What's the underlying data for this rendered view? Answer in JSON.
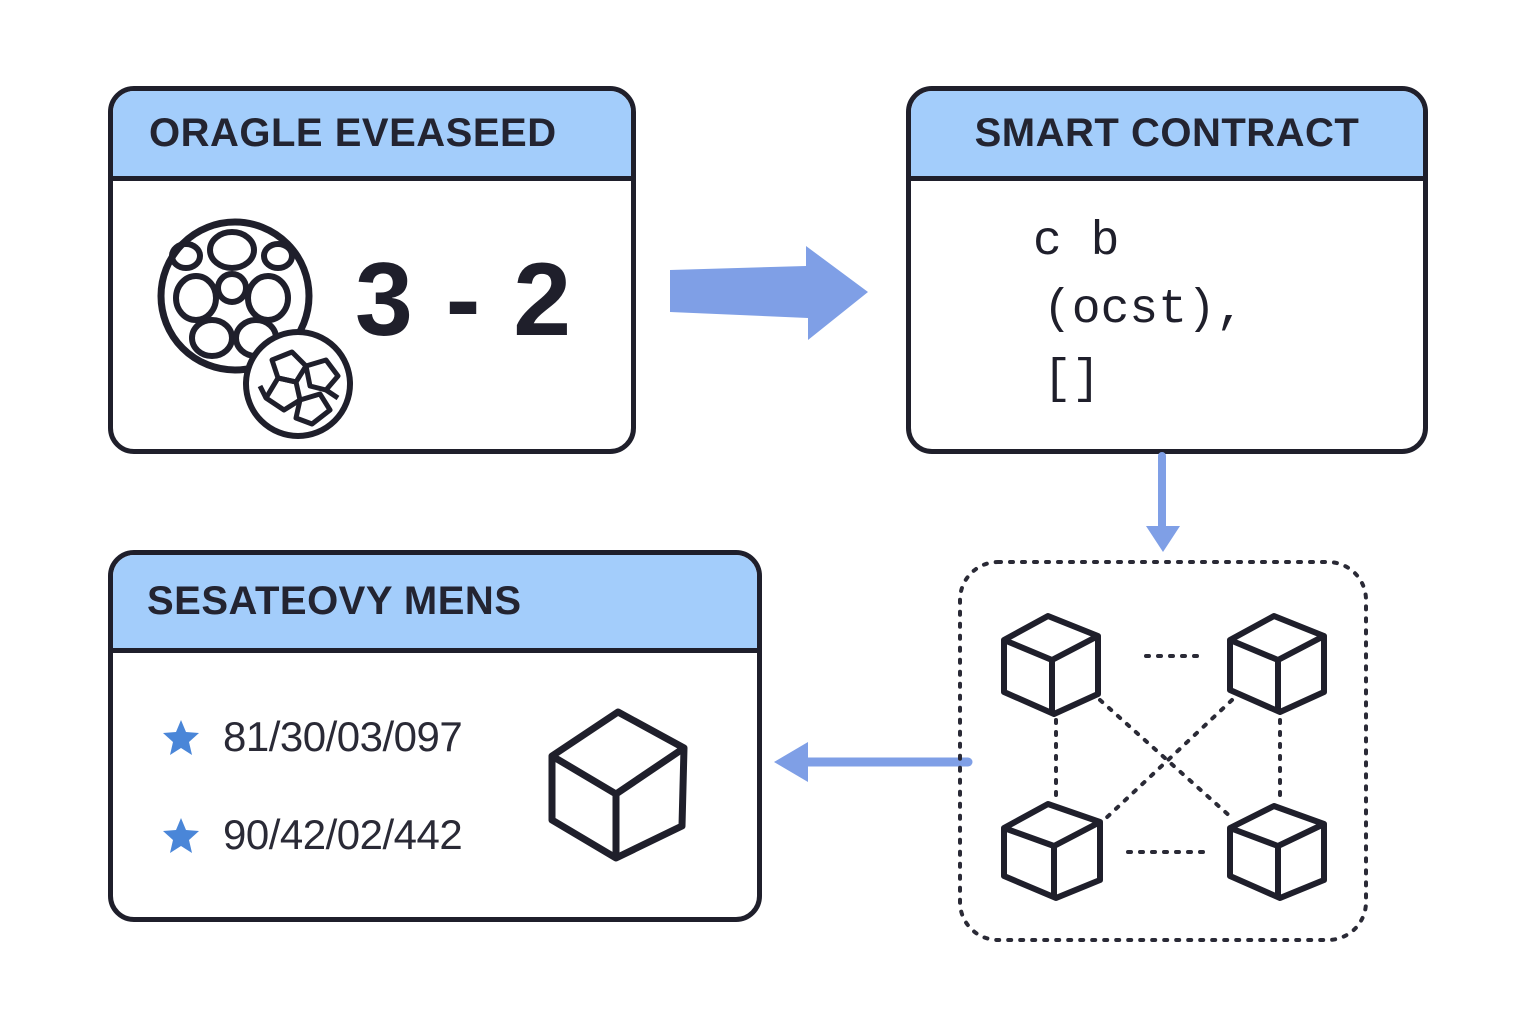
{
  "oracle": {
    "title": "ORAGLE EVEASEED",
    "score": "3 - 2",
    "icon": "soccer-ball-icon"
  },
  "contract": {
    "title": "SMART CONTRACT",
    "code_lines": [
      "c  b",
      "(ocst),",
      "[]"
    ]
  },
  "settlement": {
    "title": "SESATEOVY MENS",
    "entries": [
      "81/30/03/097",
      "90/42/02/442"
    ],
    "entry_icon": "star-icon",
    "block_icon": "cube-icon"
  },
  "network": {
    "node_icon": "cube-icon"
  },
  "colors": {
    "header_fill": "#a3cdfb",
    "arrow": "#7f9fe6",
    "star": "#4a86d8",
    "outline": "#1f1f2b"
  }
}
